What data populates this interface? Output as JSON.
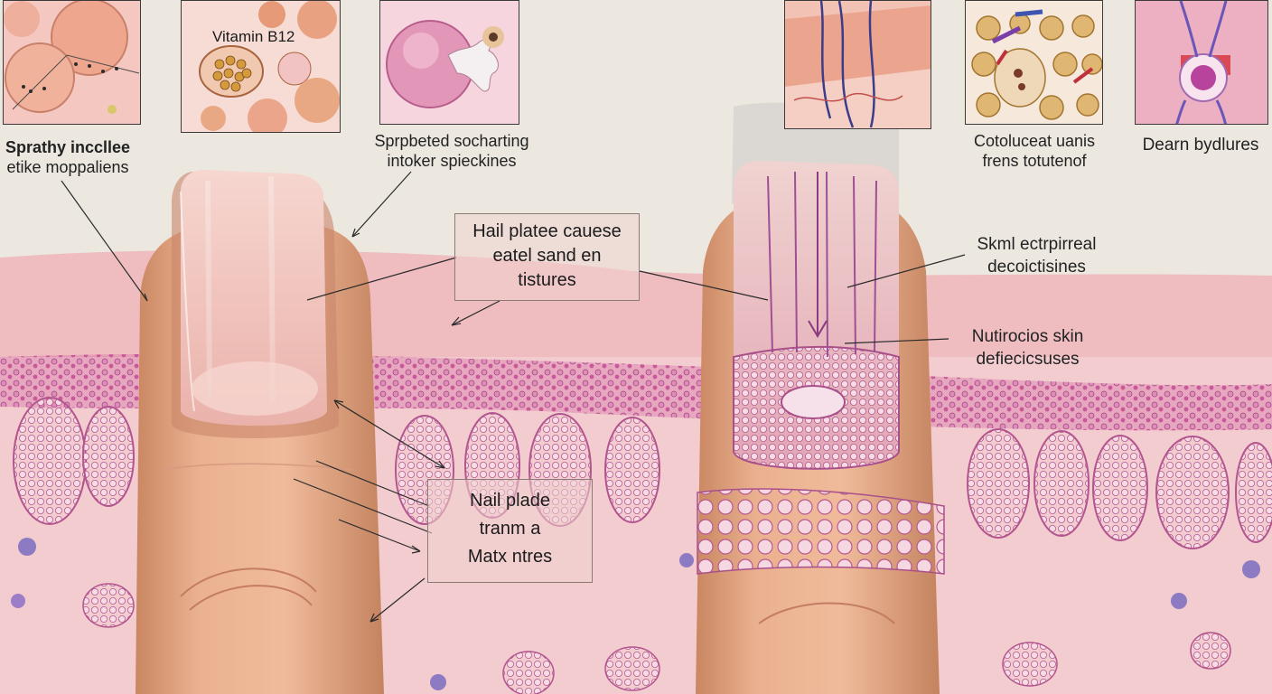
{
  "insets": {
    "vitamin_title": "Vitamin B12"
  },
  "labels": {
    "top_left": [
      "Sprathy inccllee",
      "etike moppaliens"
    ],
    "top_center": [
      "Sprpbeted socharting",
      "intoker spieckines"
    ],
    "top_right_center": [
      "Cotoluceat uanis",
      "frens totutenof"
    ],
    "top_right": [
      "Dearn bydlures"
    ],
    "hail_box": [
      "Hail platee cauese",
      "eatel sand en",
      "tistures"
    ],
    "nail_box": [
      "Nail plade",
      "tranm a",
      "Matx ntres"
    ],
    "skml": [
      "Skml ectrpirreal",
      "decoictisines"
    ],
    "nutricos": [
      "Nutirocios skin",
      "defiecicsuses"
    ]
  },
  "colors": {
    "skin_layer": "#efbcc0",
    "epidermis_stripe": "#d2609f",
    "finger": "#e7a783",
    "nail": "#f2c3bb",
    "tissue_bg": "#f3ccd0"
  }
}
